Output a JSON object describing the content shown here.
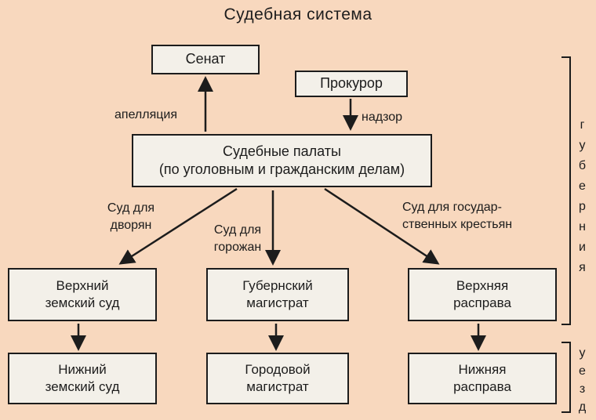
{
  "title": "Судебная система",
  "boxes": {
    "senat": {
      "label": "Сенат"
    },
    "prokuror": {
      "label": "Прокурор"
    },
    "palaty": {
      "lines": [
        "Судебные палаты",
        "(по уголовным и гражданским делам)"
      ]
    },
    "verhniy_zemskiy_sud": {
      "lines": [
        "Верхний",
        "земский суд"
      ]
    },
    "gubernskiy_magistrat": {
      "lines": [
        "Губернский",
        "магистрат"
      ]
    },
    "verhnyaya_rasprava": {
      "lines": [
        "Верхняя",
        "расправа"
      ]
    },
    "nizhniy_zemskiy_sud": {
      "lines": [
        "Нижний",
        "земский суд"
      ]
    },
    "gorodovoy_magistrat": {
      "lines": [
        "Городовой",
        "магистрат"
      ]
    },
    "nizhnyaya_rasprava": {
      "lines": [
        "Нижняя",
        "расправа"
      ]
    }
  },
  "edge_labels": {
    "apellyaciya": "апелляция",
    "nadzor": "надзор",
    "sud_dvoryan": {
      "lines": [
        "Суд для",
        "дворян"
      ]
    },
    "sud_gorozhan": {
      "lines": [
        "Суд для",
        "горожан"
      ]
    },
    "sud_krestyan": {
      "lines": [
        "Суд для государ-",
        "ственных крестьян"
      ]
    }
  },
  "brackets": {
    "guberniya": "губерния",
    "uezd": "уезд"
  },
  "colors": {
    "background": "#f8d8be",
    "box_background": "#f3f0e9",
    "line": "#1c1c1c"
  }
}
